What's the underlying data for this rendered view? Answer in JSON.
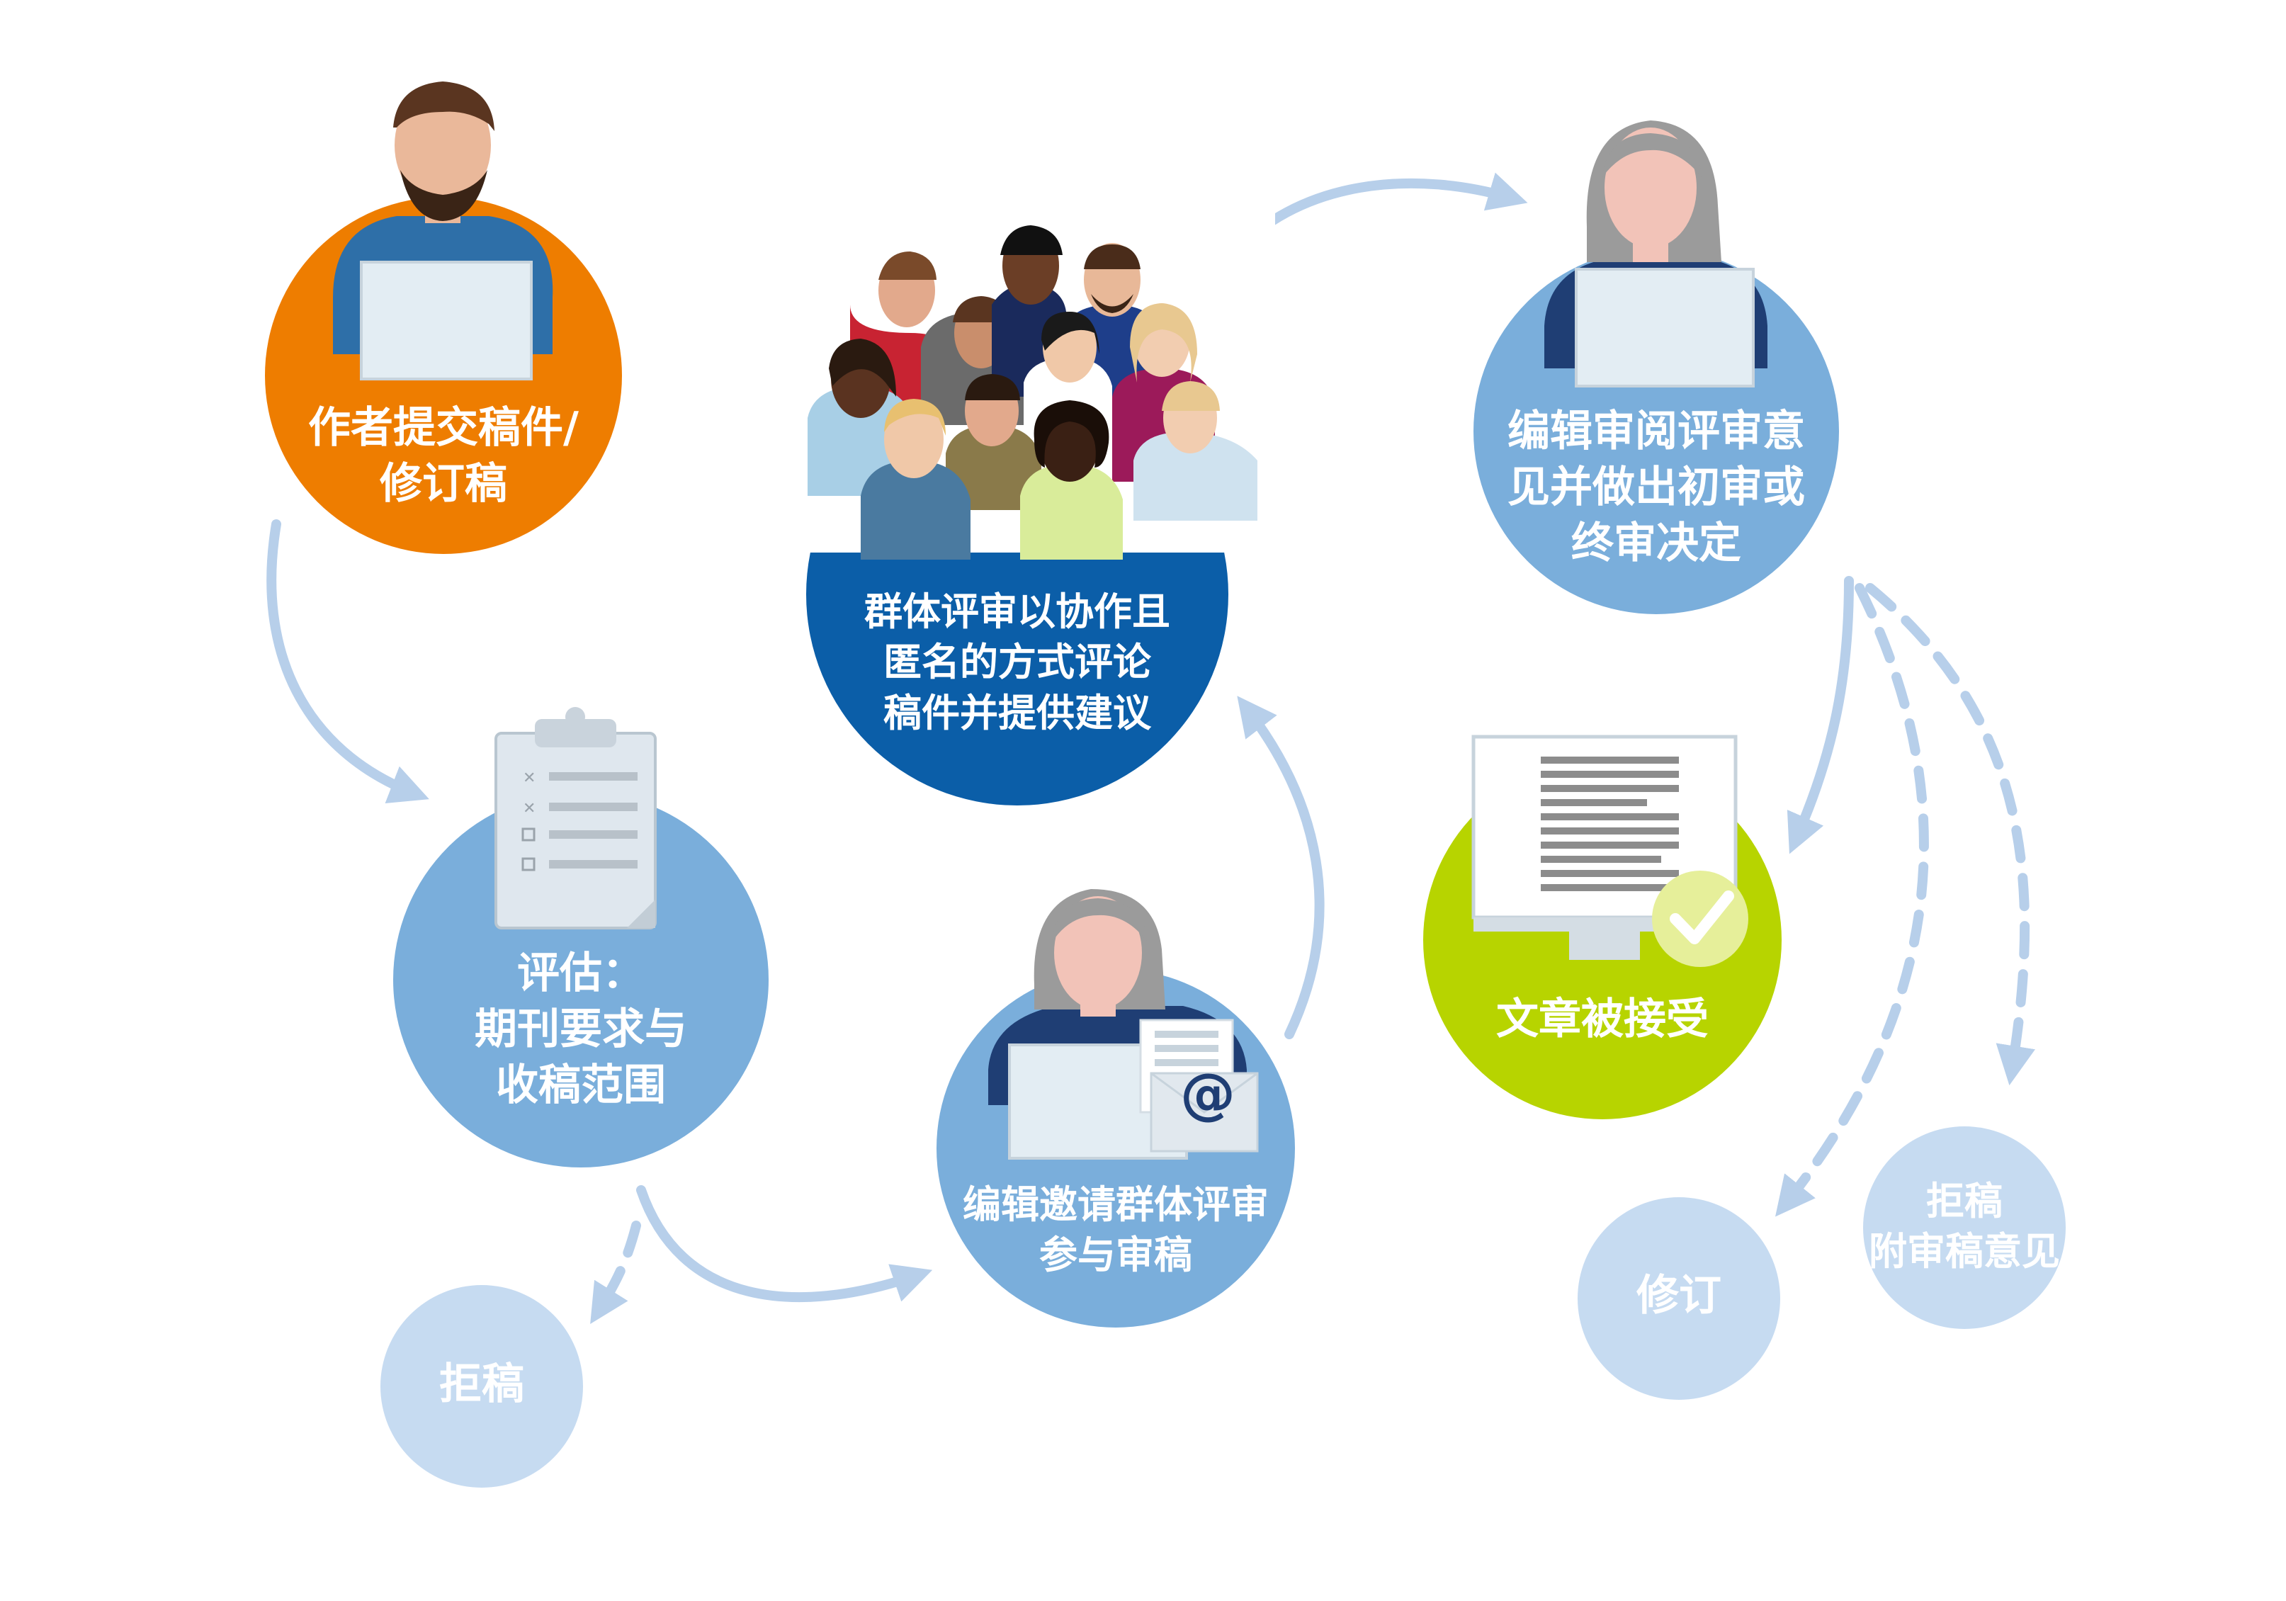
{
  "nodes": {
    "author": {
      "line1": "作者提交稿件/",
      "line2": "修订稿"
    },
    "assessment": {
      "line1": "评估：",
      "line2": "期刊要求与",
      "line3": "收稿范围"
    },
    "invite": {
      "line1": "编辑邀请群体评审",
      "line2": "参与审稿"
    },
    "crowd": {
      "line1": "群体评审以协作且",
      "line2": "匿名的方式评论",
      "line3": "稿件并提供建议"
    },
    "editor": {
      "line1": "编辑审阅评审意",
      "line2": "见并做出初审或",
      "line3": "终审决定"
    },
    "accepted": {
      "line1": "文章被接受"
    },
    "reject_early": {
      "line1": "拒稿"
    },
    "revise": {
      "line1": "修订"
    },
    "reject_with_comments": {
      "line1": "拒稿",
      "line2": "附审稿意见"
    }
  },
  "icons": {
    "email_symbol": "@"
  },
  "colors": {
    "orange": "#ee7d00",
    "light_blue": "#7aaedb",
    "dark_blue": "#0b5ea8",
    "green": "#b7d400",
    "pale_blue": "#c6dbf1",
    "arrow": "#b7cfea"
  }
}
